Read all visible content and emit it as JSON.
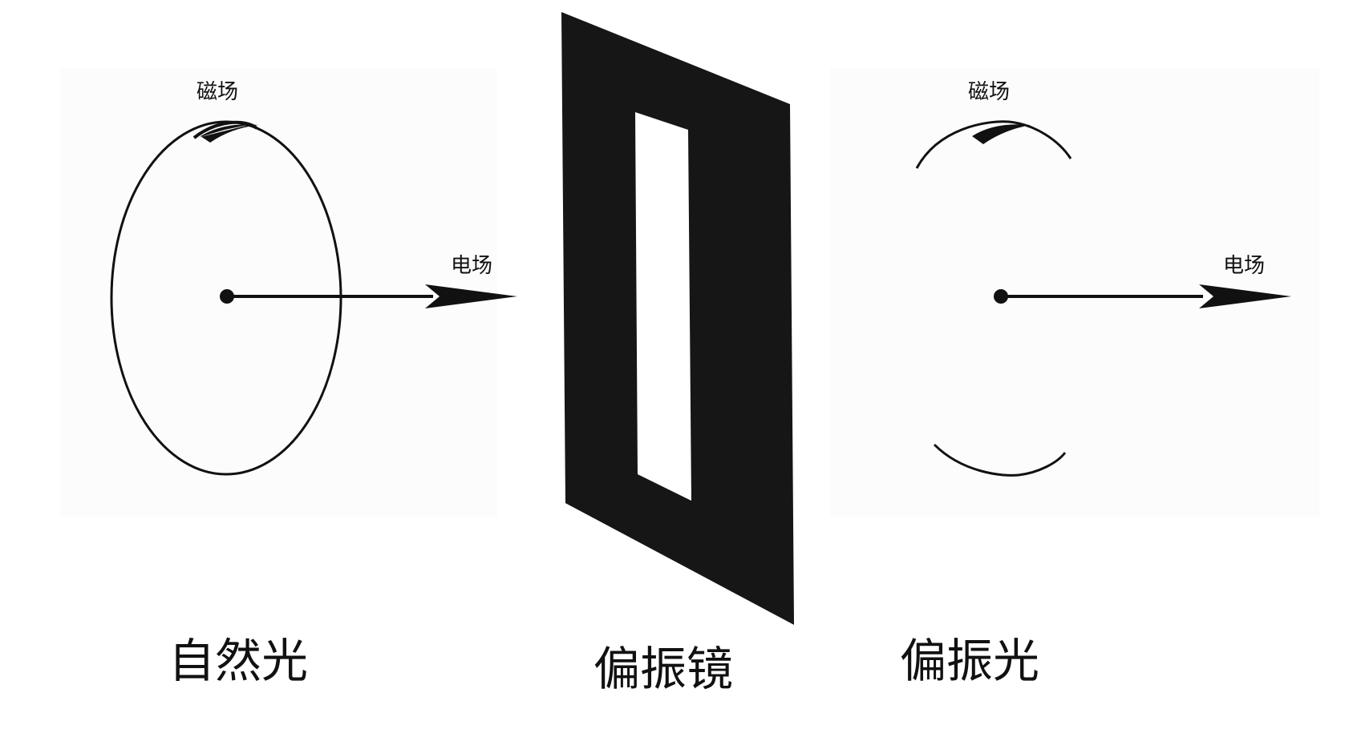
{
  "natural_light": {
    "caption": "自然光",
    "magnetic_label": "磁场",
    "electric_label": "电场"
  },
  "polarizer": {
    "caption": "偏振镜"
  },
  "polarized_light": {
    "caption": "偏振光",
    "magnetic_label": "磁场",
    "electric_label": "电场"
  },
  "colors": {
    "ink": "#111111",
    "polarizer_fill": "#161616",
    "background": "#ffffff",
    "panel_tint": "#fcfcfc"
  }
}
